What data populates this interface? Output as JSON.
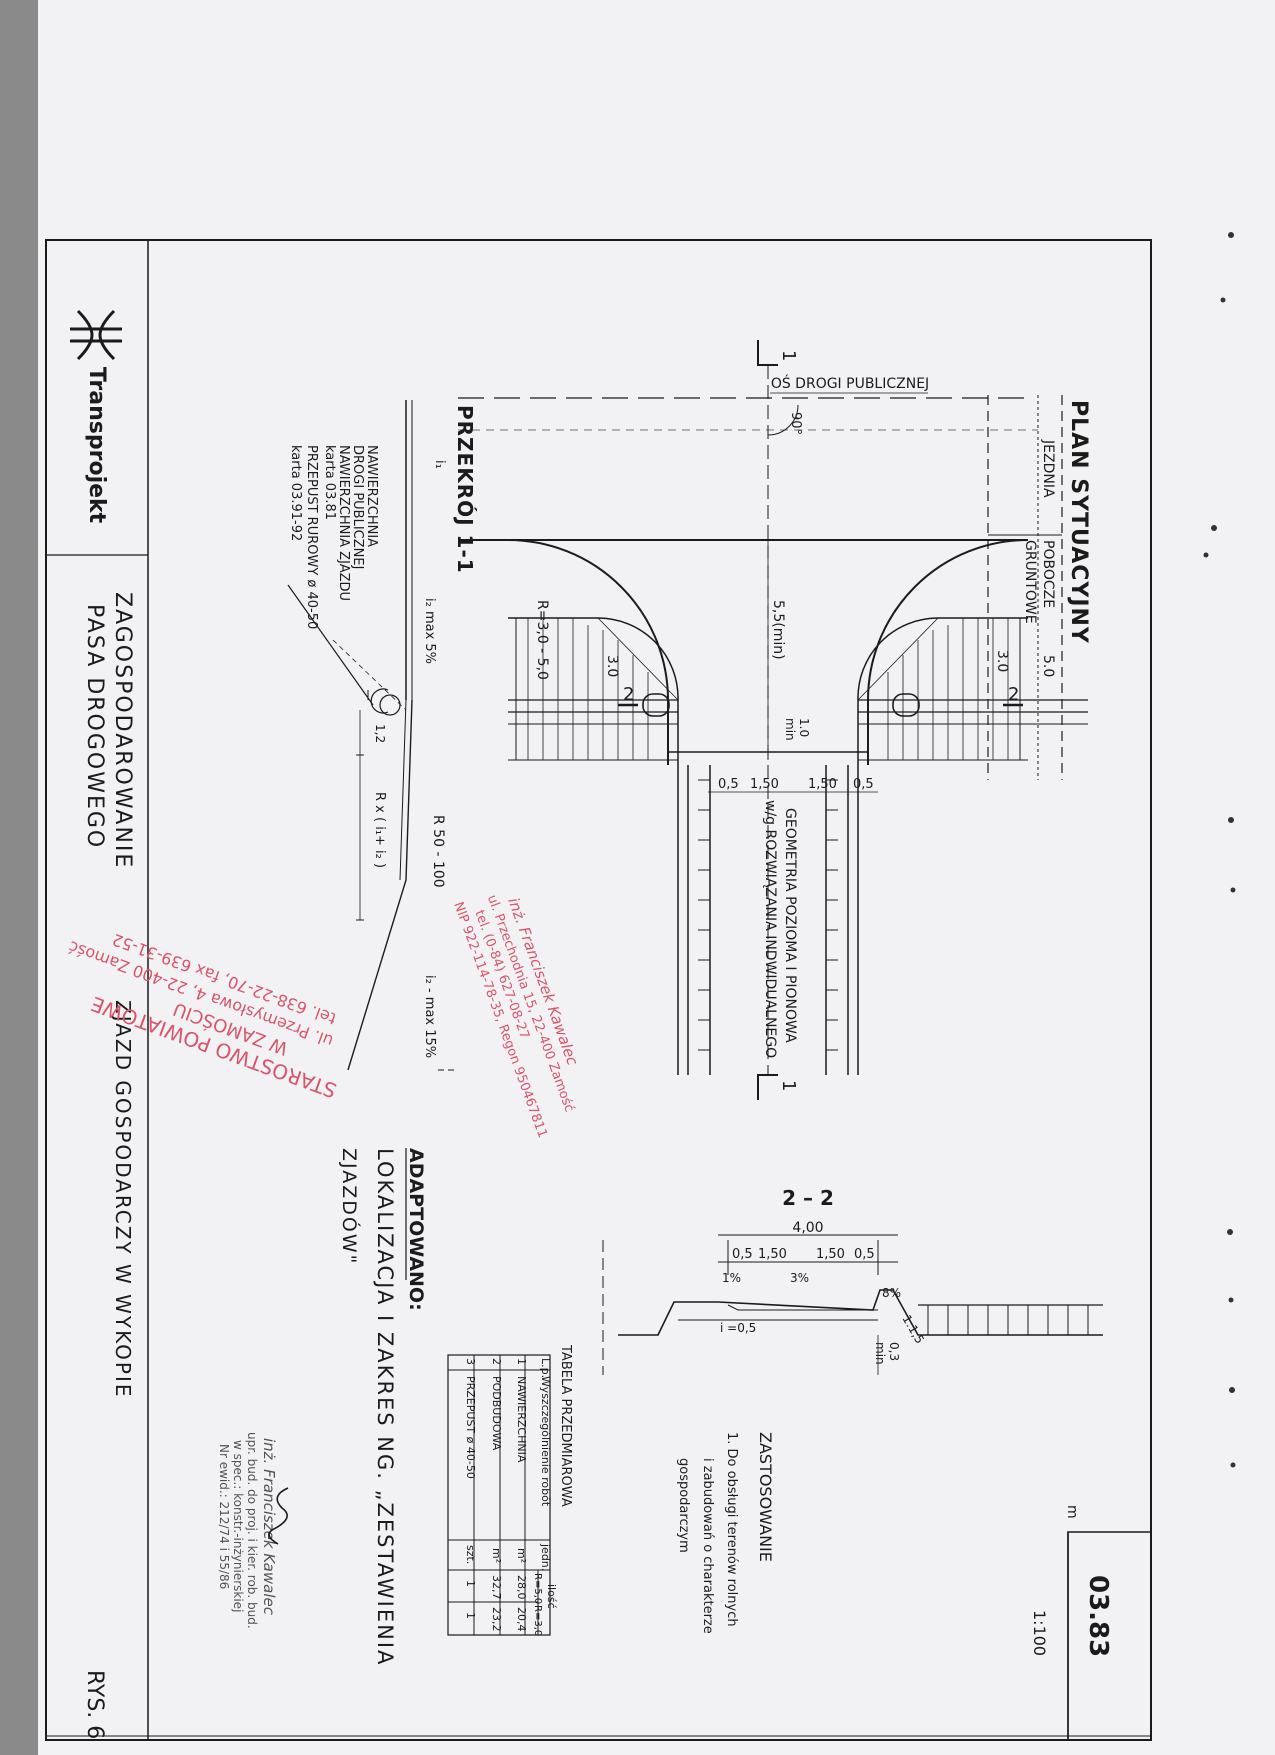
{
  "company": {
    "name": "Transprojekt"
  },
  "sheet": {
    "title_line1": "ZAGOSPODAROWANIE",
    "title_line2": "PASA DROGOWEGO",
    "subtitle": "ZJAZD GOSPODARCZY W WYKOPIE",
    "number": "03.83",
    "scale": "1:100",
    "unit": "m",
    "figure_ref": "RYS. 6"
  },
  "plan": {
    "heading": "PLAN SYTUACYJNY",
    "axis_label": "OŚ DROGI PUBLICZNEJ",
    "jezdnia": "JEZDNIA",
    "pobocze_line1": "POBOCZE",
    "pobocze_line2": "GRUNTOWE",
    "dim_5_0": "5.0",
    "dim_3_0_left": "3.0",
    "dim_3_0_right": "3.0",
    "angle": "90°",
    "section_1": "1",
    "section_2": "2",
    "width_label": "5,5(min)",
    "radius_label": "R=3,0 - 5,0",
    "min_1_0": "1.0",
    "min_label": "min",
    "dim_05": "0,5",
    "dim_150": "1,50",
    "geometry_line1": "GEOMETRIA POZIOMA I PIONOWA",
    "geometry_line2": "w/g ROZWIĄZANIA INDWIDUALNEGO"
  },
  "section22": {
    "heading": "2 – 2",
    "total": "4,00",
    "d1": "0,5",
    "d2": "1,50",
    "d3": "1,50",
    "d4": "0,5",
    "slope_left": "1%",
    "slope_mid": "3%",
    "slope_right": "8%",
    "bank": "1:1,5",
    "culvert_slope": "i =0,5",
    "min_depth": "0,3",
    "min_label": "min"
  },
  "section11": {
    "heading": "PRZEKRÓJ 1-1",
    "labels": [
      "NAWIERZCHNIA",
      "DROGI PUBLICZNEJ",
      "NAWIERZCHNIA ZJAZDU",
      "karta 03.81",
      "PRZEPUST RUROWY ø 40-50",
      "karta 03.91-92"
    ],
    "i1": "i₁",
    "i2_max": "i₂ max 5%",
    "dim_12": "1,2",
    "r_formula": "R x ( i₁+ i₂ )",
    "r_range": "R 50 - 100",
    "i3_max": "i₂ - max 15%"
  },
  "zastosowanie": {
    "heading": "ZASTOSOWANIE",
    "lines": [
      "1.  Do obsługi terenów rolnych",
      "i zabudowań o charakterze",
      "gospodarczym"
    ]
  },
  "table": {
    "title": "TABELA PRZEDMIAROWA",
    "header_ilosc": "ilość",
    "headers": [
      "L.p.",
      "Wyszczególnienie robót",
      "jedn.",
      "R=5,0",
      "R=3,0"
    ],
    "rows": [
      [
        "1",
        "NAWIERZCHNIA",
        "m²",
        "28,0",
        "20,4"
      ],
      [
        "2",
        "PODBUDOWA",
        "m²",
        "32,7",
        "23,2"
      ],
      [
        "3",
        "PRZEPUST  ø 40-50",
        "szt.",
        "1",
        "1"
      ]
    ]
  },
  "adaptation": {
    "heading": "ADAPTOWANO:",
    "line1": "LOKALIZACJA I ZAKRES NG. „ZESTAWIENIA",
    "line2": "ZJAZDÓW\""
  },
  "designer_stamp": {
    "lines": [
      "inż. Franciszek Kawalec",
      "ul. Przechodnia 15, 22-400 Zamość",
      "tel. (0-84) 627-08-27",
      "NIP 922-114-78-35, Regon 950467811"
    ]
  },
  "authority_stamp": {
    "lines": [
      "STAROSTWO POWIATOWE",
      "W ZAMOŚCIU",
      "ul. Przemysłowa 4, 22-400 Zamość",
      "tel. 638-22-70, fax 639-31-52"
    ]
  },
  "engineer_stamp": {
    "lines": [
      "inż. Franciszek Kawalec",
      "upr. bud. do proj. i kier. rob. bud.",
      "w spec.: konstr.-inżynierskiej",
      "Nr ewid.: 212/74 i 55/86"
    ]
  },
  "colors": {
    "ink": "#1b1b1b",
    "stamp": "#d8556a",
    "paper": "#f2f2f4"
  }
}
